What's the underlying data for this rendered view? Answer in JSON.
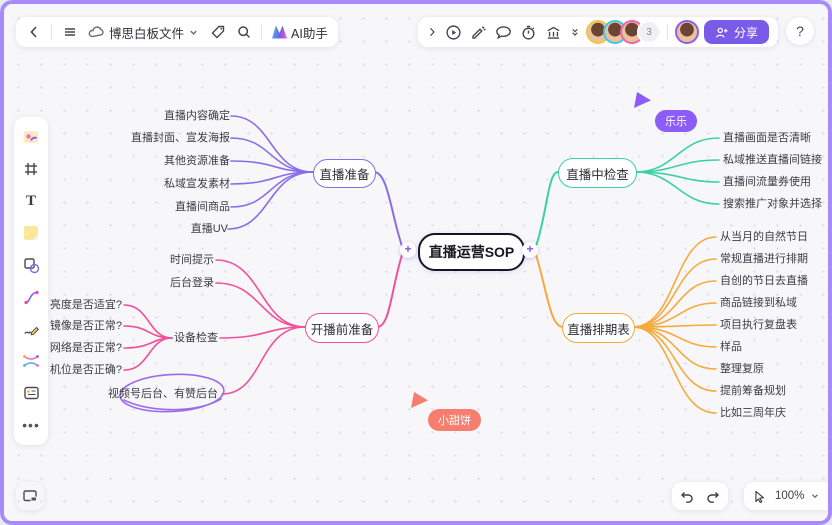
{
  "app": {
    "doc_title": "博思白板文件",
    "ai_assistant_label": "AI助手",
    "share_label": "分享",
    "collab_overflow_count": "3",
    "zoom_level": "100%",
    "help_label": "?",
    "add_glyph": "+",
    "share_color": "#7a5be8",
    "canvas_border_color": "#a78bfa"
  },
  "cursors": [
    {
      "name": "乐乐",
      "color": "#8b5cf6"
    },
    {
      "name": "小甜饼",
      "color": "#f77d6e"
    }
  ],
  "mindmap": {
    "center": "直播运营SOP",
    "branches": [
      {
        "label": "直播准备",
        "color": "#8a6de6",
        "children": [
          "直播内容确定",
          "直播封面、宣发海报",
          "其他资源准备",
          "私域宣发素材",
          "直播间商品",
          "直播UV"
        ]
      },
      {
        "label": "开播前准备",
        "color": "#f0509b",
        "children": [
          "时间提示",
          "后台登录",
          "设备检查",
          "视频号后台、有赞后台"
        ],
        "grandchildren": [
          "亮度是否适宜?",
          "镜像是否正常?",
          "网络是否正常?",
          "机位是否正确?"
        ]
      },
      {
        "label": "直播中检查",
        "color": "#3bd0a2",
        "children": [
          "直播画面是否清晰",
          "私域推送直播间链接",
          "直播间流量券使用",
          "搜索推广对象并选择"
        ]
      },
      {
        "label": "直播排期表",
        "color": "#f6a93c",
        "children": [
          "从当月的自然节日",
          "常规直播进行排期",
          "自创的节日去直播",
          "商品链接到私域",
          "项目执行复盘表",
          "样品",
          "整理复原",
          "提前筹备规划",
          "比如三周年庆"
        ]
      }
    ]
  }
}
